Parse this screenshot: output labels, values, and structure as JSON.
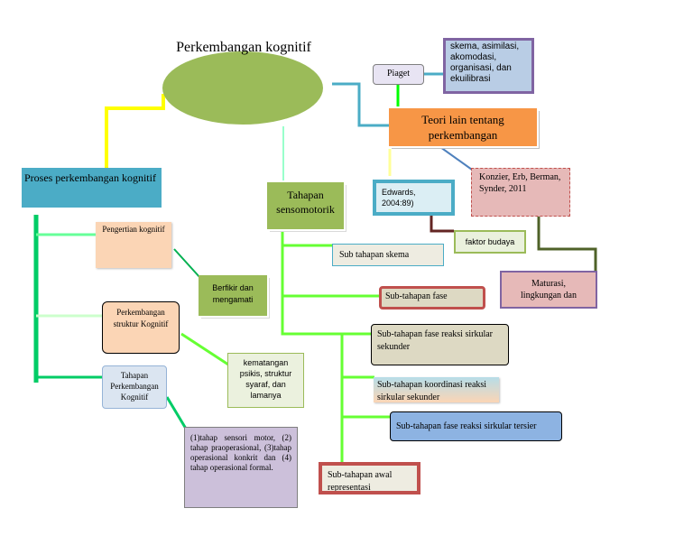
{
  "title": "Perkembangan kognitif",
  "nodes": {
    "piaget": "Piaget",
    "piaget_terms": "skema, asimilasi, akomodasi, organisasi, dan ekuilibrasi",
    "teori_lain": "Teori lain tentang perkembangan",
    "edwards": "Edwards, 2004:89)",
    "konzier": "Konzier, Erb, Berman, Synder, 2011",
    "faktor_budaya": "faktor budaya",
    "maturasi": "Maturasi, lingkungan dan",
    "proses": "Proses perkembangan kognitif",
    "pengertian": "Pengertian kognitif",
    "berfikir": "Berfikir dan mengamati",
    "struktur": "Perkembangan struktur Kognitif",
    "kematangan": "kematangan psikis, struktur syaraf, dan lamanya",
    "tahapan_perkembangan": "Tahapan Perkembangan Kognitif",
    "tahap_list": "(1)tahap sensori motor, (2) tahap praoperasional, (3)tahap operasional konkrit dan (4) tahap operasional formal.",
    "sensomotorik": "Tahapan sensomotorik",
    "sub_skema": "Sub tahapan skema",
    "sub_fase": "Sub-tahapan fase",
    "sub_sekunder": "Sub-tahapan fase reaksi sirkular sekunder",
    "sub_koordinasi": "Sub-tahapan koordinasi reaksi sirkular sekunder",
    "sub_tersier": "Sub-tahapan fase reaksi sirkular tersier",
    "sub_awal": "Sub-tahapan awal representasi"
  },
  "colors": {
    "ellipse": "#9bbb59",
    "teal": "#4bacc6",
    "yellow": "#ffff00",
    "bright_green": "#66ff33",
    "mid_green": "#00cc66",
    "dark_green": "#4f6228",
    "orange": "#f79646",
    "purple": "#8064a2",
    "pink": "#e6b9b8",
    "blue_box": "#8db3e2",
    "tan": "#ddd9c3",
    "red_border": "#c0504d"
  }
}
